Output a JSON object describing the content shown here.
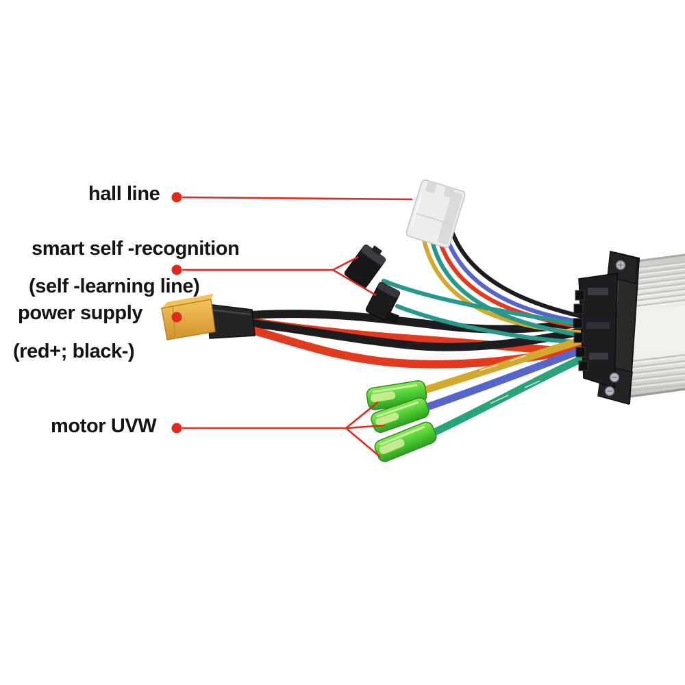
{
  "labels": {
    "hall_line": "hall line",
    "smart_line1": "smart self -recognition",
    "smart_line2": "(self -learning line)",
    "power_line1": "power supply",
    "power_line2": "(red+; black-)",
    "motor_uvw": "motor UVW"
  },
  "callouts": [
    {
      "label": "hall line",
      "target": "hall-connector"
    },
    {
      "label": "smart self -recognition (self -learning line)",
      "target": "self-learning-plugs"
    },
    {
      "label": "power supply (red+; black-)",
      "target": "xt60-power-connector"
    },
    {
      "label": "motor UVW",
      "target": "motor-phase-terminals"
    }
  ],
  "colors": {
    "background": "#ffffff",
    "callout_red": "#e02a1e",
    "wire_red": "#e23a1f",
    "wire_black": "#1d1d1f",
    "wire_yellow": "#d2a82e",
    "wire_blue": "#5565cc",
    "wire_teal": "#28988c",
    "wire_green": "#2aa37d",
    "connector_white": "#ececee",
    "connector_black": "#1a1a1c",
    "connector_yellow": "#e3a83a",
    "terminal_green": "#4ecf35",
    "aluminum": "#d8dad6",
    "end_cap": "#262628",
    "label_text": "#141414"
  }
}
